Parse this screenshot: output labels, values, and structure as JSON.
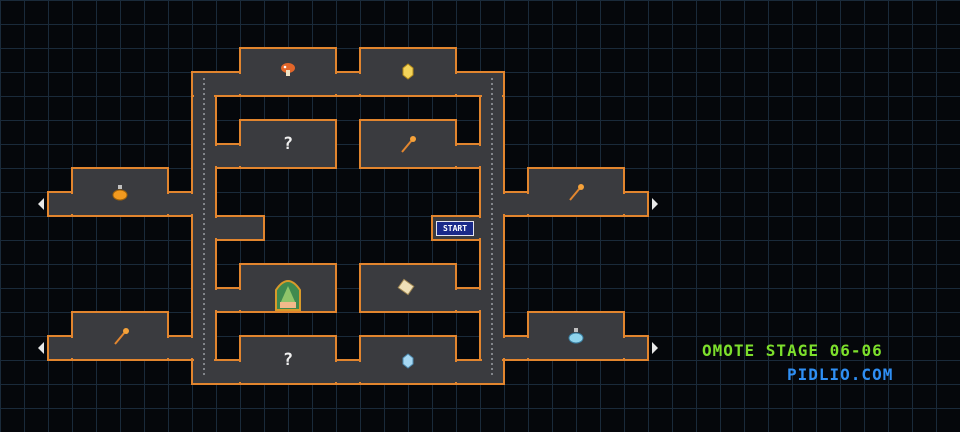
{
  "stage": {
    "title": "OMOTE STAGE 06-06",
    "site": "PIDLIO.COM"
  },
  "start_label": "START",
  "unknown_mark": "?",
  "colors": {
    "wall": "#e2852e",
    "floor": "#3a3b3f",
    "grid": "#1a2a3a",
    "title": "#7ddf2c",
    "site": "#2f8ff4"
  },
  "items": [
    {
      "id": "mushroom",
      "icon": "mushroom-icon"
    },
    {
      "id": "gem-yellow",
      "icon": "yellow-gem-icon"
    },
    {
      "id": "unknown-top",
      "icon": "question-mark-icon"
    },
    {
      "id": "wand-top",
      "icon": "wand-icon"
    },
    {
      "id": "potion-orange",
      "icon": "orange-potion-icon"
    },
    {
      "id": "wand-right-top",
      "icon": "wand-icon"
    },
    {
      "id": "door",
      "icon": "arched-door-icon"
    },
    {
      "id": "scroll",
      "icon": "scroll-icon"
    },
    {
      "id": "wand-left-bottom",
      "icon": "wand-icon"
    },
    {
      "id": "potion-blue",
      "icon": "blue-potion-icon"
    },
    {
      "id": "unknown-bottom",
      "icon": "question-mark-icon"
    },
    {
      "id": "gem-blue",
      "icon": "blue-gem-icon"
    }
  ],
  "exits": [
    "left-arrow-icon",
    "right-arrow-icon"
  ]
}
